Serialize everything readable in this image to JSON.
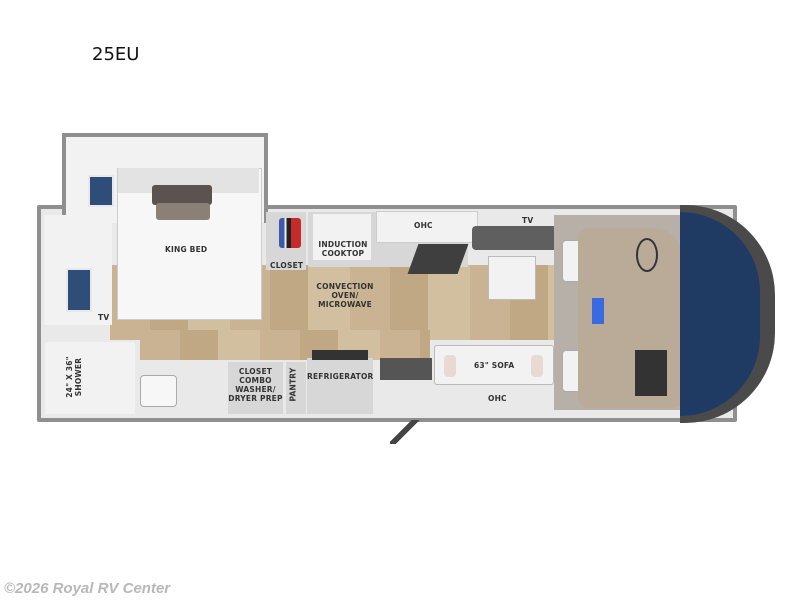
{
  "header": {
    "model_name": "25EU"
  },
  "floorplan": {
    "labels": {
      "king_bed": "KING BED",
      "tv_bedroom": "TV",
      "closet": "CLOSET",
      "induction_cooktop": "INDUCTION COOKTOP",
      "ohc_kitchen": "OHC",
      "convection_oven": "CONVECTION OVEN/ MICROWAVE",
      "tv_living": "TV",
      "shower": "24\" X 36\" SHOWER",
      "closet_washer": "CLOSET COMBO WASHER/ DRYER PREP",
      "pantry": "PANTRY",
      "refrigerator": "REFRIGERATOR",
      "sofa": "63\" SOFA",
      "ohc_sofa": "OHC"
    },
    "colors": {
      "wall": "#8f8f8f",
      "floor_wood": "#c9b393",
      "cab_dash": "#b9ab98",
      "windshield": "#1f3a63",
      "window": "#2e4d78"
    }
  },
  "footer": {
    "watermark": "©2026 Royal RV Center"
  }
}
